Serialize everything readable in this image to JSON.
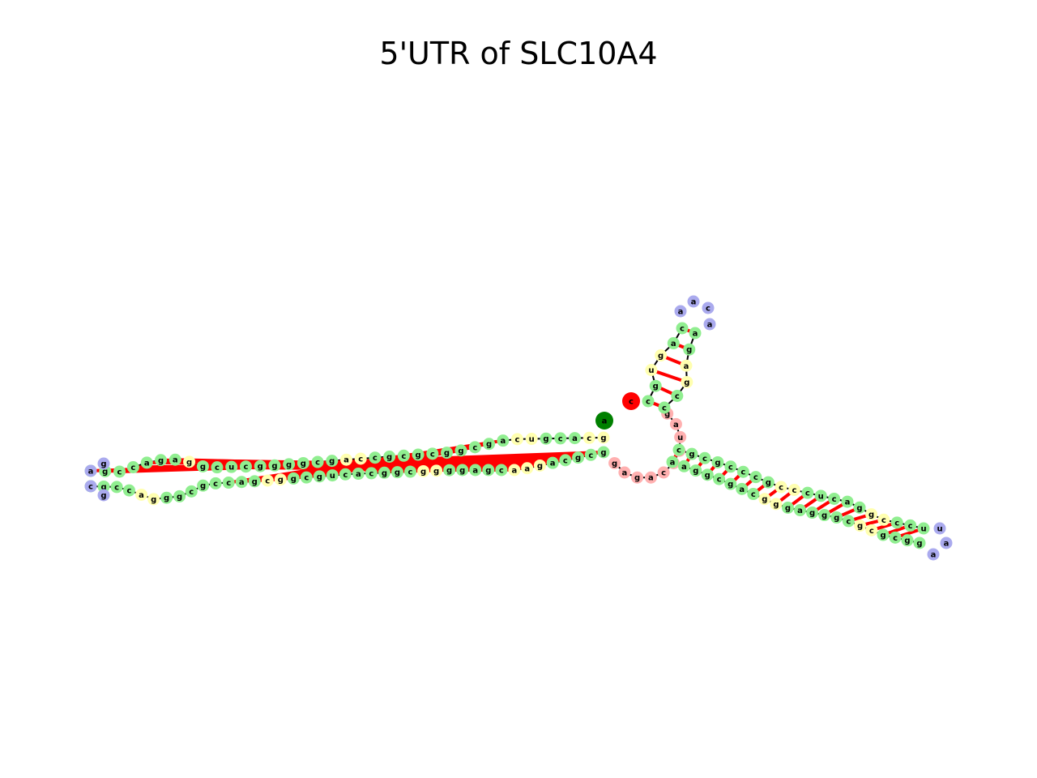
{
  "title": "5'UTR of SLC10A4",
  "legend": {
    "stem_color": "#90ee90",
    "hairpin_loop_color": "#aaaaee",
    "interior_loop_color": "#ffffb0",
    "multi_loop_color": "#ffb0b0",
    "five_prime_color": "#008000",
    "three_prime_color": "#ff0000",
    "pair_bond_color": "#ff0000",
    "backbone_color": "#000000"
  },
  "structure": {
    "five_prime_end": "a",
    "three_prime_end": "c",
    "left_arm": {
      "upper_strand": [
        "a",
        "g",
        "c",
        "c",
        "a",
        "g",
        "a",
        "g",
        "g",
        "c",
        "u",
        "c",
        "g",
        "g",
        "g",
        "g",
        "c",
        "g",
        "a",
        "c",
        "c",
        "g",
        "c",
        "g",
        "c",
        "g",
        "g",
        "c",
        "g",
        "a",
        "c",
        "u",
        "g",
        "c",
        "a",
        "c",
        "g"
      ],
      "lower_strand": [
        "g",
        "c",
        "g",
        "c",
        "a",
        "g",
        "a",
        "a",
        "c",
        "g",
        "a",
        "g",
        "g",
        "g",
        "g",
        "c",
        "g",
        "g",
        "c",
        "a",
        "c",
        "u",
        "g",
        "c",
        "g",
        "g",
        "c",
        "g",
        "a",
        "c",
        "c",
        "g",
        "c",
        "g",
        "g",
        "g",
        "a",
        "c",
        "c",
        "g",
        "c"
      ]
    },
    "multi_loop": [
      "g",
      "a",
      "g",
      "a",
      "c",
      "a",
      "g",
      "u",
      "a",
      "g"
    ],
    "top_arm": {
      "upper_strand": [
        "c",
        "g",
        "u",
        "g",
        "a",
        "c",
        "g",
        "c",
        "a",
        "a",
        "c",
        "a"
      ],
      "lower_strand": [
        "c",
        "c",
        "g",
        "a",
        "g",
        "a",
        "c",
        "g"
      ]
    },
    "right_arm": {
      "upper_strand": [
        "c",
        "g",
        "c",
        "g",
        "c",
        "c",
        "c",
        "g",
        "c",
        "c",
        "c",
        "u",
        "c",
        "a",
        "g",
        "g",
        "c",
        "c",
        "c",
        "u"
      ],
      "lower_strand": [
        "a",
        "a",
        "g",
        "g",
        "c",
        "g",
        "a",
        "c",
        "g",
        "g",
        "g",
        "a",
        "g",
        "g",
        "g",
        "c",
        "g",
        "c",
        "g",
        "c",
        "g",
        "g"
      ]
    }
  }
}
